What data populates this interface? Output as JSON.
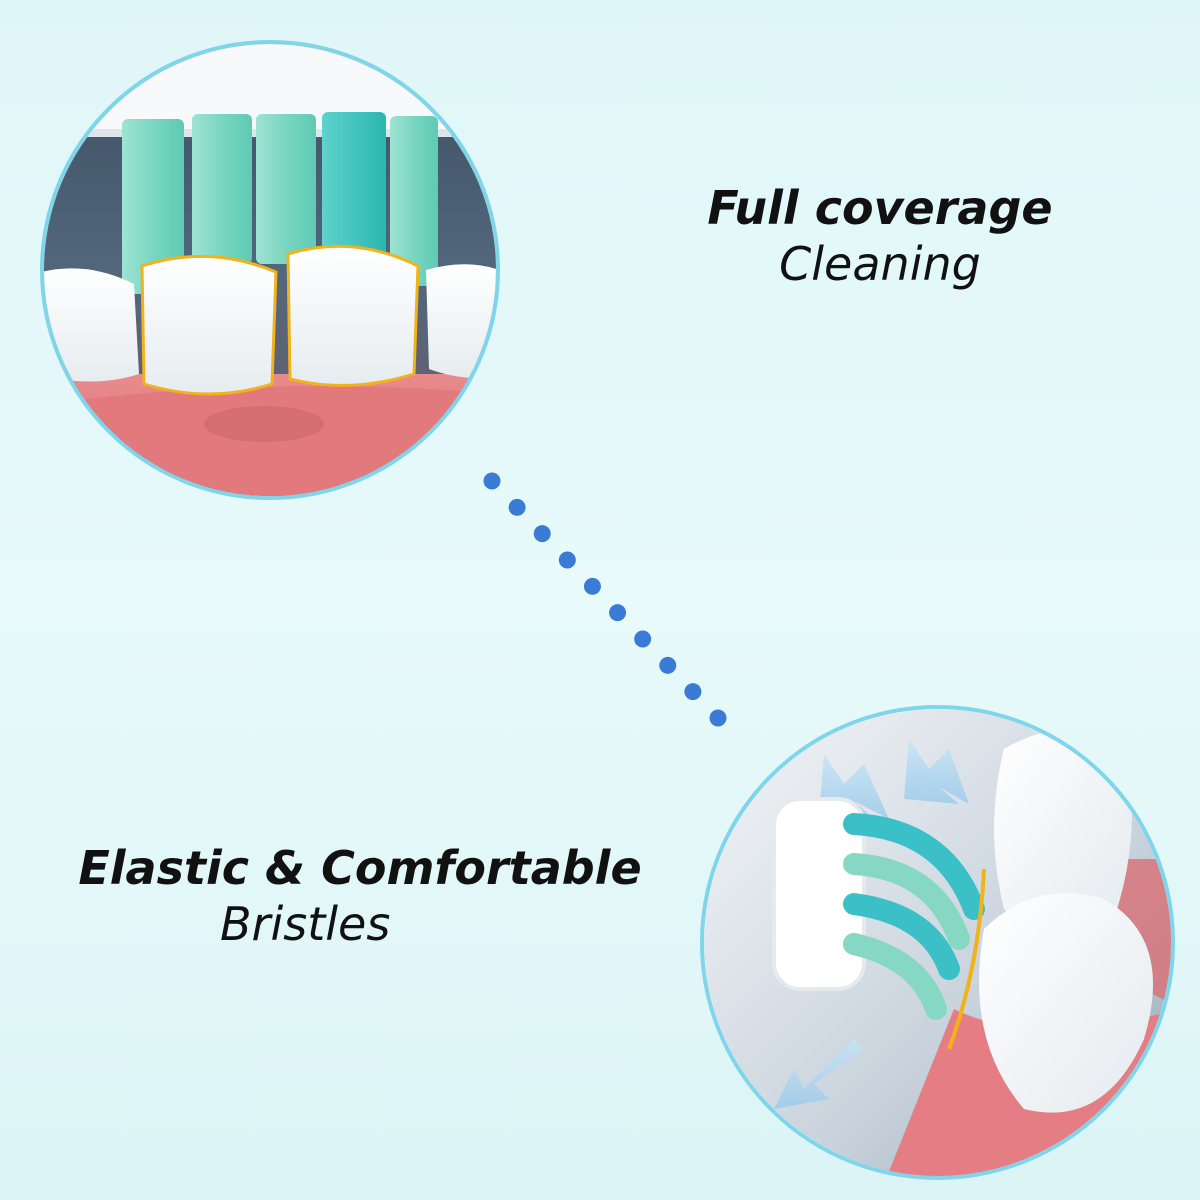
{
  "features": {
    "top": {
      "headline": "Full coverage",
      "subline": "Cleaning"
    },
    "bottom": {
      "headline": "Elastic & Comfortable",
      "subline": "Bristles"
    }
  },
  "illustrations": {
    "top": "toothbrush-bristles-on-teeth-front-view",
    "bottom": "toothbrush-bristles-curved-side-view"
  },
  "colors": {
    "background": "#e3f7f8",
    "circle_border": "#7fd6ea",
    "dots": "#3a7bd5",
    "bristle_mint": "#7fd8c4",
    "bristle_teal": "#3cc6c0",
    "gum": "#e57f82",
    "tooth": "#ffffff",
    "gold_ring": "#f2b21a"
  }
}
